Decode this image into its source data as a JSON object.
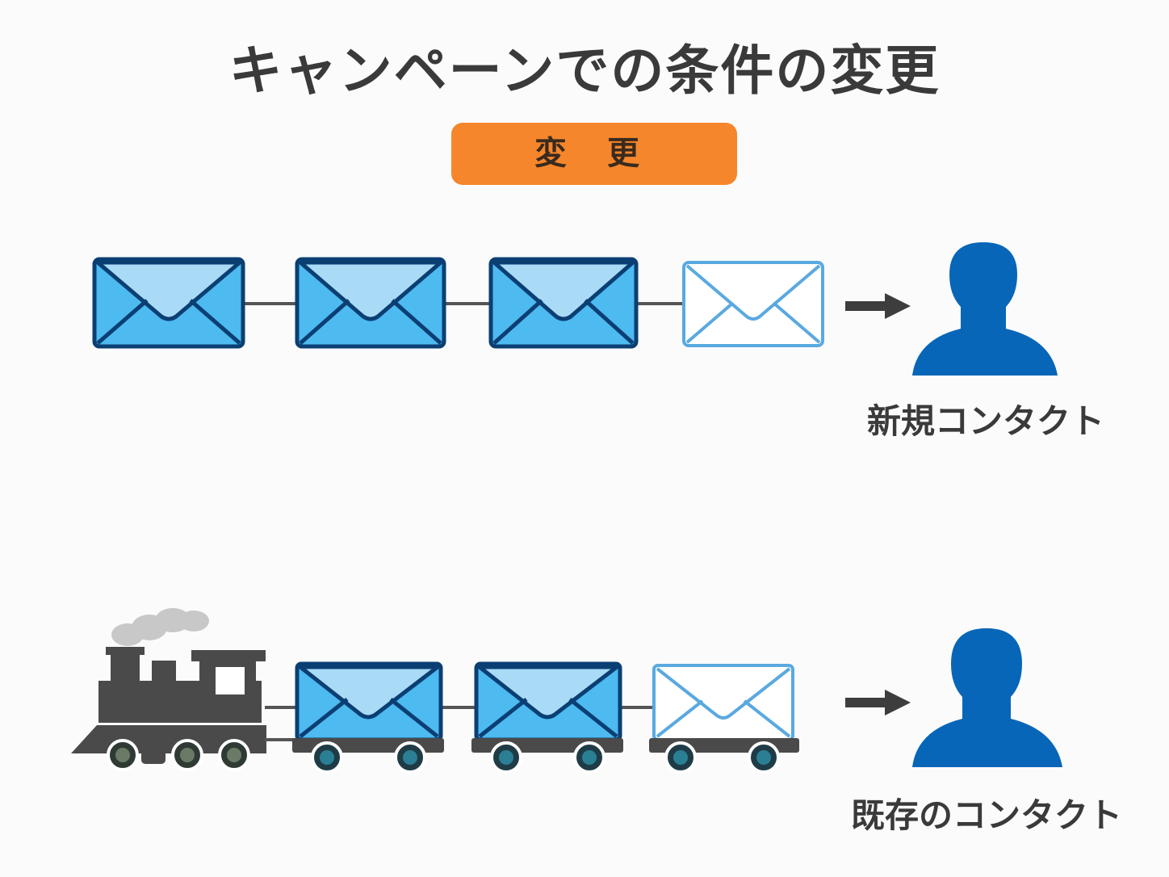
{
  "title": "キャンペーンでの条件の変更",
  "badge": {
    "label": "変 更",
    "color": "#f6862b"
  },
  "rows": [
    {
      "caption": "新規コンタクト",
      "emails_sent": 3,
      "emails_pending": 1
    },
    {
      "caption": "既存のコンタクト",
      "vehicle": "train",
      "emails_sent": 2,
      "emails_pending": 1
    }
  ],
  "colors": {
    "envelope_fill": "#4dbaf0",
    "envelope_flap": "#a9dbf7",
    "envelope_outline": "#0b3f73",
    "envelope_pending_outline": "#5aa9e0",
    "person": "#0766b8",
    "arrow": "#3d3d3d",
    "train": "#4a4a4a",
    "smoke": "#c8c8c8"
  },
  "icons": [
    "envelope-icon",
    "arrow-right-icon",
    "person-icon",
    "train-icon",
    "smoke-icon",
    "wheel-icon"
  ]
}
